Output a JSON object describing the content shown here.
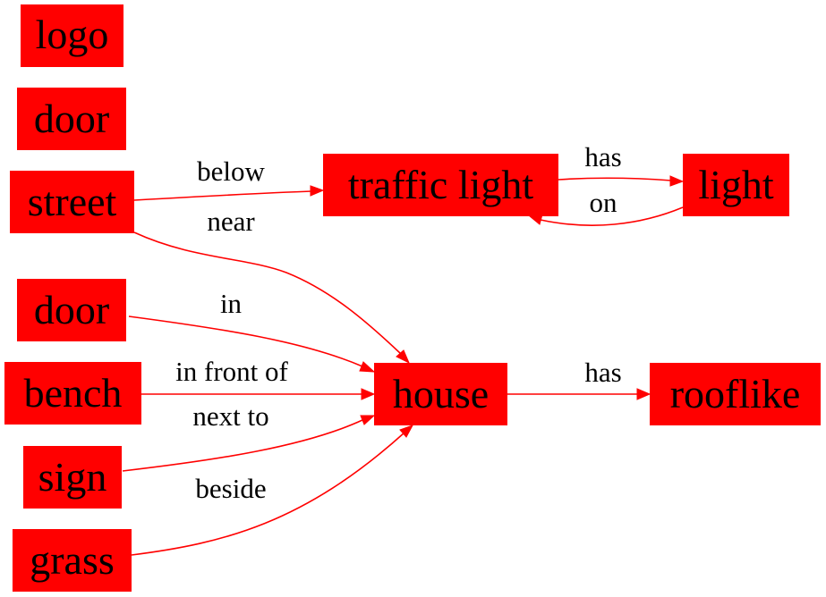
{
  "colors": {
    "node_fill": "#ff0000",
    "edge": "#ff0000",
    "text": "#000000",
    "background": "#ffffff"
  },
  "nodes": {
    "logo": "logo",
    "door_top": "door",
    "street": "street",
    "traffic_light": "traffic light",
    "light": "light",
    "door": "door",
    "bench": "bench",
    "house": "house",
    "rooflike": "rooflike",
    "sign": "sign",
    "grass": "grass"
  },
  "edges": [
    {
      "from": "street",
      "to": "traffic light",
      "label": "below"
    },
    {
      "from": "traffic light",
      "to": "light",
      "label": "has"
    },
    {
      "from": "light",
      "to": "traffic light",
      "label": "on"
    },
    {
      "from": "street",
      "to": "house",
      "label": "near"
    },
    {
      "from": "door",
      "to": "house",
      "label": "in"
    },
    {
      "from": "bench",
      "to": "house",
      "label": "in front of"
    },
    {
      "from": "sign",
      "to": "house",
      "label": "next to"
    },
    {
      "from": "grass",
      "to": "house",
      "label": "beside"
    },
    {
      "from": "house",
      "to": "rooflike",
      "label": "has"
    }
  ]
}
